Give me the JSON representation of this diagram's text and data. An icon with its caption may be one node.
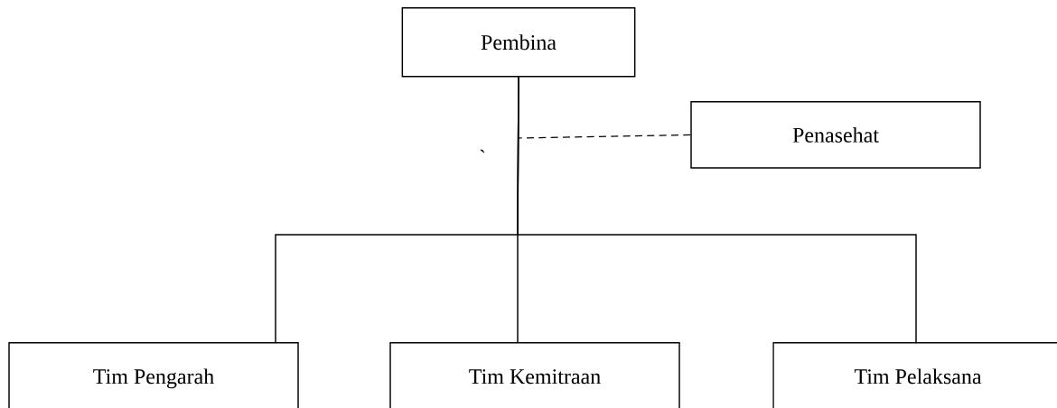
{
  "diagram": {
    "nodes": [
      {
        "text": [
          "Pembina"
        ]
      },
      {
        "text": [
          "Penasehat"
        ]
      },
      {
        "text": [
          "Tim Pengarah"
        ]
      },
      {
        "text": [
          "Tim Kemitraan"
        ]
      },
      {
        "text": [
          "Tim Pelaksana"
        ]
      }
    ],
    "edges": [
      {
        "from": 0,
        "to": 1,
        "arrow": "none",
        "style": "dashed"
      },
      {
        "from": 0,
        "to": 2,
        "arrow": "none"
      },
      {
        "from": 0,
        "to": 3,
        "arrow": "none"
      },
      {
        "from": 0,
        "to": 4,
        "arrow": "none"
      }
    ],
    "labels": [
      "`"
    ]
  }
}
